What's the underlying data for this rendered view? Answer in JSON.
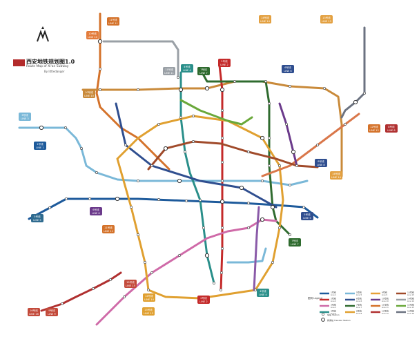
{
  "title": {
    "zh": "西安地铁规划图1.0",
    "en": "Route Map of Xi'an Subway",
    "author": "By littledanger"
  },
  "colors": {
    "line1": "#1d5a9b",
    "line2": "#c42a2a",
    "line3": "#cf6aa8",
    "line4": "#2a8f8a",
    "line5": "#7ab8d8",
    "line6": "#2f4e8f",
    "line7": "#2f6b2f",
    "line8": "#e0a030",
    "line9": "#e7a038",
    "line10": "#6b3a8b",
    "line11": "#d4722a",
    "line12": "#b03030",
    "line13": "#a04a2a",
    "line14": "#9aa0a6",
    "line15": "#6aa83a",
    "line16": "#6b7280",
    "line17": "#c34a3a",
    "airport": "#6b7280"
  },
  "badges": [
    {
      "id": "b1",
      "zh": "10号线",
      "en": "LINE 10"
    },
    {
      "id": "b2",
      "zh": "11号线",
      "en": "LINE 11"
    },
    {
      "id": "b3",
      "zh": "4号线",
      "en": "LINE 4"
    },
    {
      "id": "b4",
      "zh": "7号线",
      "en": "LINE 7"
    },
    {
      "id": "b5",
      "zh": "2号线",
      "en": "LINE 2"
    },
    {
      "id": "b6",
      "zh": "6号线",
      "en": "LINE 6"
    },
    {
      "id": "b7",
      "zh": "10号线",
      "en": "LINE 10"
    },
    {
      "id": "b8",
      "zh": "11号线",
      "en": "LINE 11"
    },
    {
      "id": "b9",
      "zh": "3号线",
      "en": "LINE 3"
    },
    {
      "id": "b10",
      "zh": "1号线",
      "en": "LINE 1"
    },
    {
      "id": "b11",
      "zh": "14号线",
      "en": "LINE 14"
    },
    {
      "id": "b12",
      "zh": "13号线",
      "en": "LINE 13"
    },
    {
      "id": "b13",
      "zh": "5号线",
      "en": "LINE 5"
    },
    {
      "id": "b14",
      "zh": "6号线",
      "en": "LINE 6"
    },
    {
      "id": "b15",
      "zh": "11号线",
      "en": "LINE 11"
    },
    {
      "id": "b16",
      "zh": "5号线",
      "en": "LINE 5"
    },
    {
      "id": "b17",
      "zh": "7号线",
      "en": "LINE 7"
    },
    {
      "id": "b18",
      "zh": "12号线",
      "en": "LINE 12"
    },
    {
      "id": "b19",
      "zh": "8号线",
      "en": "LINE 8"
    },
    {
      "id": "b20",
      "zh": "2号线",
      "en": "LINE 2"
    },
    {
      "id": "b21",
      "zh": "4号线",
      "en": "LINE 4"
    },
    {
      "id": "b22",
      "zh": "14号线",
      "en": "LINE 14"
    },
    {
      "id": "b23",
      "zh": "13号线",
      "en": "LINE 13"
    },
    {
      "id": "b24",
      "zh": "15号线",
      "en": "LINE 15"
    },
    {
      "id": "b25",
      "zh": "16号线",
      "en": "LINE 16"
    },
    {
      "id": "b26",
      "zh": "9号线",
      "en": "LINE 9"
    },
    {
      "id": "b27",
      "zh": "8号线",
      "en": "LINE 8"
    },
    {
      "id": "b28",
      "zh": "14号线",
      "en": "LINE 14"
    }
  ],
  "legend": {
    "title_zh": "图例",
    "title_en": "Legend",
    "items": [
      {
        "zh": "1号线",
        "en": "Line 1"
      },
      {
        "zh": "2号线",
        "en": "Line 2"
      },
      {
        "zh": "3号线",
        "en": "Line 3"
      },
      {
        "zh": "4号线",
        "en": "Line 4"
      },
      {
        "zh": "5号线",
        "en": "Line 5"
      },
      {
        "zh": "6号线",
        "en": "Line 6"
      },
      {
        "zh": "7号线",
        "en": "Line 7"
      },
      {
        "zh": "8号线",
        "en": "Line 8"
      },
      {
        "zh": "9号线",
        "en": "Line 9"
      },
      {
        "zh": "10号线",
        "en": "Line 10"
      },
      {
        "zh": "11号线",
        "en": "Line 11"
      },
      {
        "zh": "12号线",
        "en": "Line 12"
      },
      {
        "zh": "13号线",
        "en": "Line 13"
      },
      {
        "zh": "14号线",
        "en": "Line 14"
      },
      {
        "zh": "15号线",
        "en": "Line 15"
      },
      {
        "zh": "16号线",
        "en": "Line 16"
      }
    ],
    "station_note": "换乘站 Transfer Station",
    "normal_note": "车站 Station"
  }
}
